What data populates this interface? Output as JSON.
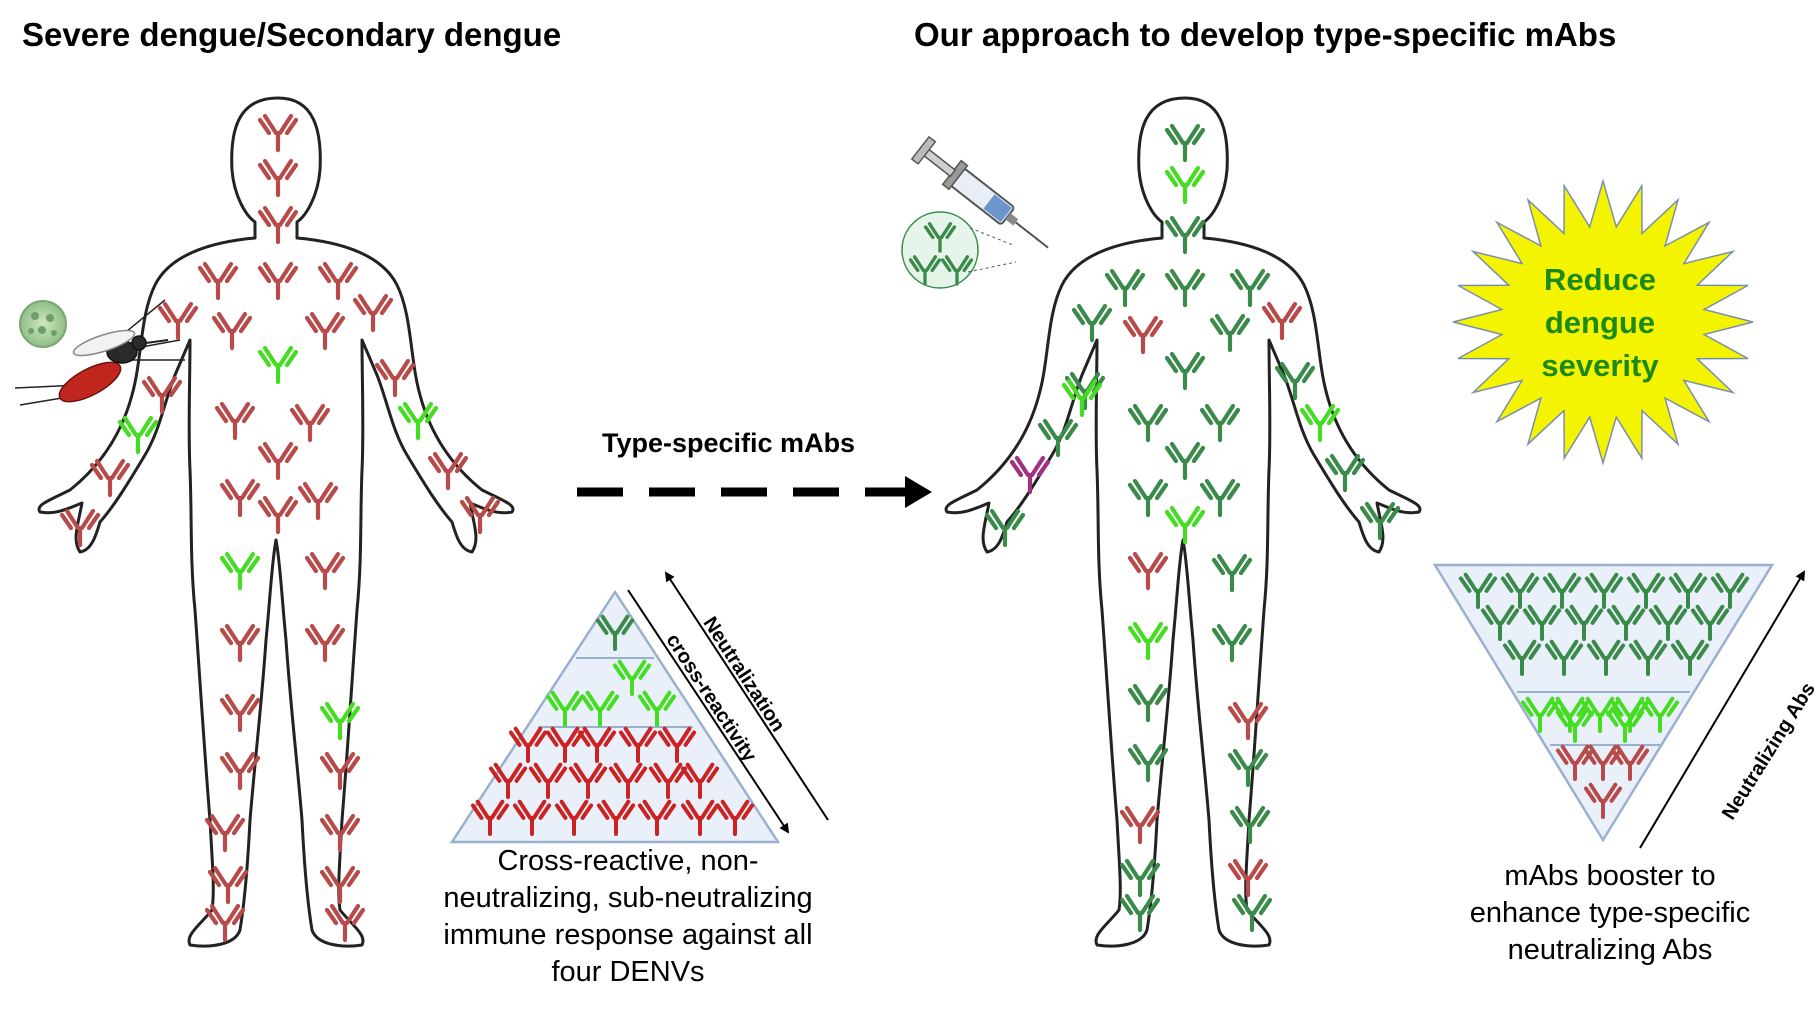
{
  "left_panel": {
    "title": "Severe dengue/Secondary dengue",
    "caption_lines": [
      "Cross-reactive, non-",
      "neutralizing, sub-neutralizing",
      "immune response against all",
      "four DENVs"
    ],
    "pyramid_axis_labels": [
      "Neutralization",
      "cross-reactivity"
    ]
  },
  "center": {
    "arrow_label": "Type-specific mAbs"
  },
  "right_panel": {
    "title": "Our approach to develop type-specific mAbs",
    "burst_lines": [
      "Reduce",
      "dengue",
      "severity"
    ],
    "caption_lines": [
      "mAbs booster to",
      "enhance type-specific",
      "neutralizing Abs"
    ],
    "funnel_axis_label": "Neutralizing Abs"
  },
  "colors": {
    "cross_reactive_antibody": "#b84a4a",
    "pyramid_red_antibody": "#cc2222",
    "bright_green_antibody": "#44dd22",
    "type_specific_antibody": "#3a8a4a",
    "purple_antibody": "#a03080",
    "burst_fill": "#f4f400",
    "burst_text": "#1a8a1a",
    "pyramid_fill": "#eaf0fa",
    "pyramid_border": "#9ab0d0"
  },
  "icons": [
    "body-silhouette",
    "antibody-icon",
    "mosquito-icon",
    "virus-particle-icon",
    "syringe-icon",
    "magnified-antibody-icon",
    "starburst-shape"
  ]
}
